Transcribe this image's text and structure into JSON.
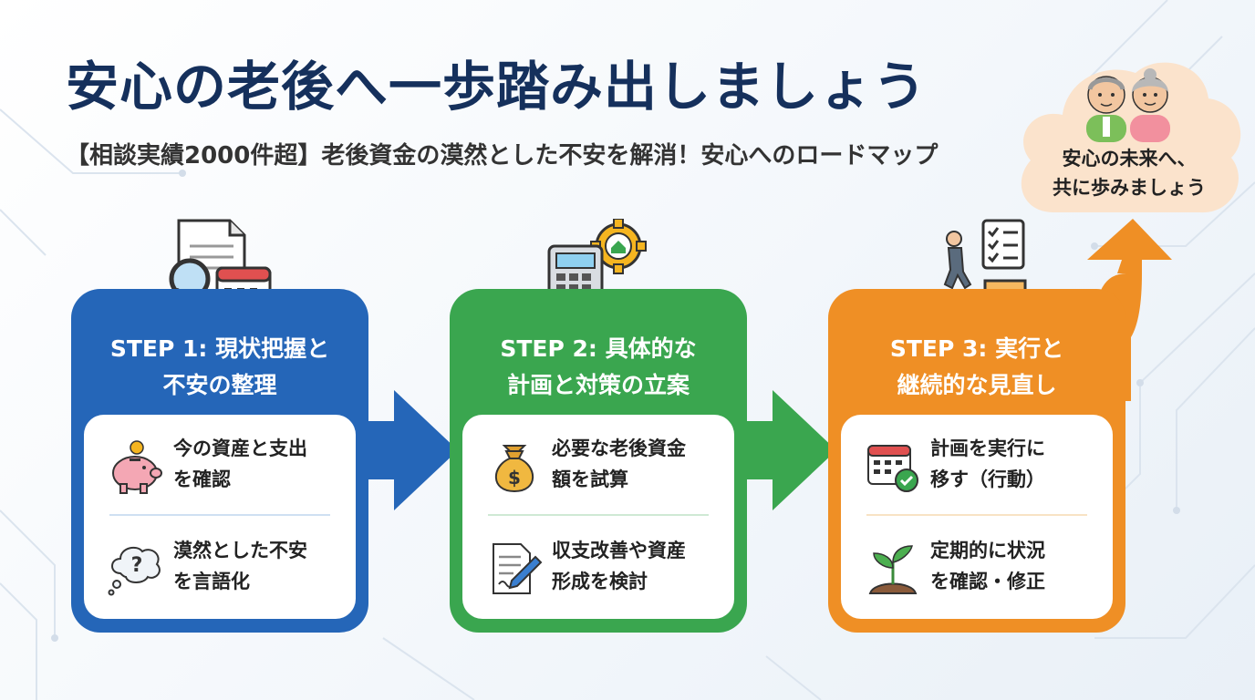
{
  "title": "安心の老後へ一歩踏み出しましょう",
  "subtitle": "【相談実績2000件超】老後資金の漠然とした不安を解消！安心へのロードマップ",
  "goal": {
    "line1": "安心の未来へ、",
    "line2": "共に歩みましょう"
  },
  "steps": [
    {
      "title_line1": "STEP 1: 現状把握と",
      "title_line2": "不安の整理",
      "items": [
        {
          "icon": "piggy-bank-icon",
          "line1": "今の資産と支出",
          "line2": "を確認"
        },
        {
          "icon": "thought-bubble-icon",
          "line1": "漠然とした不安",
          "line2": "を言語化"
        }
      ]
    },
    {
      "title_line1": "STEP 2: 具体的な",
      "title_line2": "計画と対策の立案",
      "items": [
        {
          "icon": "money-bag-icon",
          "line1": "必要な老後資金",
          "line2": "額を試算"
        },
        {
          "icon": "document-pen-icon",
          "line1": "収支改善や資産",
          "line2": "形成を検討"
        }
      ]
    },
    {
      "title_line1": "STEP 3: 実行と",
      "title_line2": "継続的な見直し",
      "items": [
        {
          "icon": "calendar-check-icon",
          "line1": "計画を実行に",
          "line2": "移す（行動）"
        },
        {
          "icon": "sprout-icon",
          "line1": "定期的に状況",
          "line2": "を確認・修正"
        }
      ]
    }
  ],
  "colors": {
    "step1": "#2566b8",
    "step2": "#3aa64f",
    "step3": "#ef8f25",
    "title": "#15305c"
  }
}
